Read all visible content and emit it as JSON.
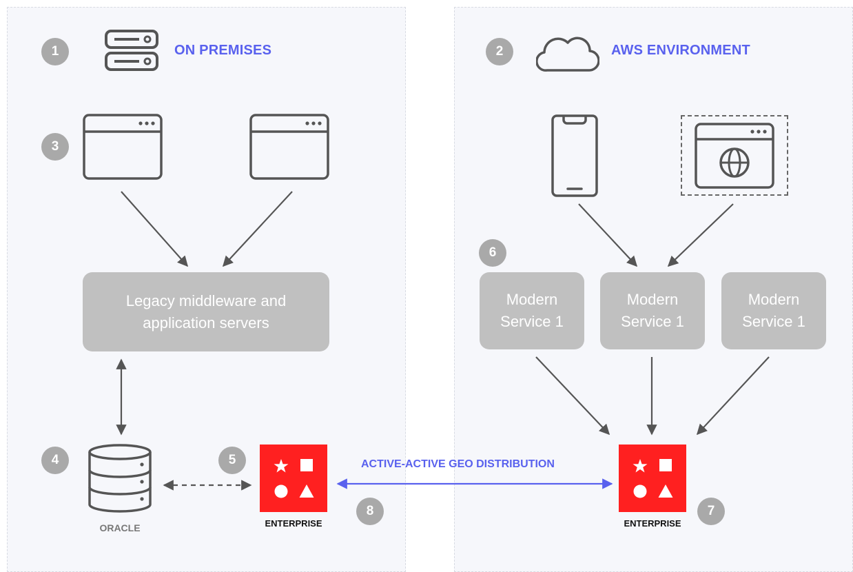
{
  "sections": {
    "on_premises": {
      "number": "1",
      "title": "ON PREMISES",
      "icon": "server-icon"
    },
    "aws": {
      "number": "2",
      "title": "AWS ENVIRONMENT",
      "icon": "cloud-icon"
    }
  },
  "on_prem": {
    "clients_number": "3",
    "client_icons": [
      "browser-window-icon",
      "browser-window-icon"
    ],
    "middleware_label": "Legacy middleware and application servers",
    "database": {
      "number": "4",
      "label": "ORACLE",
      "icon": "database-icon"
    },
    "enterprise": {
      "number": "5",
      "label": "ENTERPRISE"
    }
  },
  "aws_env": {
    "client_icons": [
      "mobile-phone-icon",
      "web-globe-icon"
    ],
    "services_number": "6",
    "services": [
      {
        "label": "Modern Service 1"
      },
      {
        "label": "Modern Service 1"
      },
      {
        "label": "Modern Service 1"
      }
    ],
    "enterprise": {
      "number": "7",
      "label": "ENTERPRISE"
    }
  },
  "geo": {
    "number": "8",
    "label": "ACTIVE-ACTIVE GEO DISTRIBUTION"
  },
  "colors": {
    "accent": "#5961ee",
    "enterprise_red": "#ff2020",
    "box_gray": "#c0c0c0",
    "badge_gray": "#a9a9a9",
    "icon_stroke": "#555555"
  }
}
